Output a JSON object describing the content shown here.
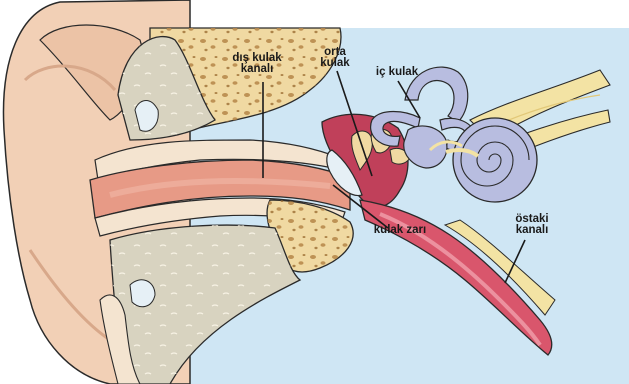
{
  "labels": {
    "outer_ear_canal": [
      "dış kulak",
      "kanalı"
    ],
    "middle_ear": [
      "orta",
      "kulak"
    ],
    "inner_ear": "iç kulak",
    "eardrum": "kulak zarı",
    "eustachian_tube": [
      "östaki",
      "kanalı"
    ]
  },
  "colors": {
    "background": "#cfe6f4",
    "skin": "#f2d0b6",
    "skin_shade": "#e8a98a",
    "canal": "#e79a86",
    "bone": "#f0d9a2",
    "bone_pores": "#b88a4c",
    "cartilage": "#d8d3c0",
    "middle_ear_cavity": "#c0405a",
    "inner_ear": "#b8bde0",
    "nerve": "#f3e3a4",
    "eustachian_tube": "#d9566c",
    "outline": "#2a2a2a"
  }
}
